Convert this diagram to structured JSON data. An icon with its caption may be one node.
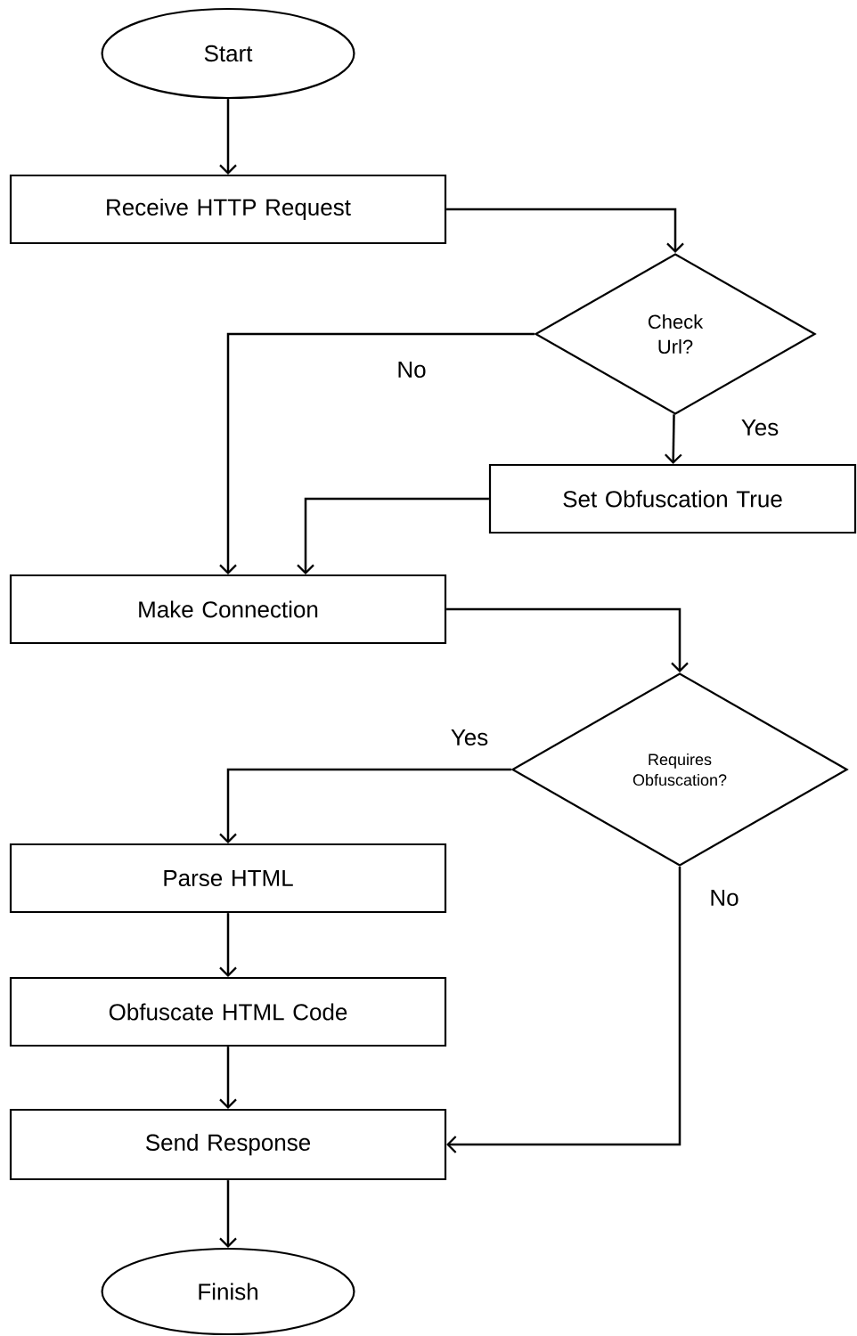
{
  "diagram": {
    "nodes": [
      {
        "text": [
          "Start"
        ]
      },
      {
        "text": [
          "Receive HTTP Request"
        ]
      },
      {
        "text": [
          "Check Url?"
        ]
      },
      {
        "text": [
          "Set Obfuscation True"
        ]
      },
      {
        "text": [
          "Make Connection"
        ]
      },
      {
        "text": [
          "Requires Obfuscation?"
        ]
      },
      {
        "text": [
          "Parse HTML"
        ]
      },
      {
        "text": [
          "Obfuscate HTML Code"
        ]
      },
      {
        "text": [
          "Send Response"
        ]
      },
      {
        "text": [
          "Finish"
        ]
      }
    ],
    "edges": [
      {
        "from": 0,
        "to": 1,
        "arrow": "to"
      },
      {
        "from": 1,
        "to": 2,
        "arrow": "to"
      },
      {
        "from": 2,
        "to": 4,
        "arrow": "to",
        "label": "No"
      },
      {
        "from": 2,
        "to": 3,
        "arrow": "to",
        "label": "Yes"
      },
      {
        "from": 3,
        "to": 4,
        "arrow": "to"
      },
      {
        "from": 4,
        "to": 5,
        "arrow": "to"
      },
      {
        "from": 5,
        "to": 6,
        "arrow": "to",
        "label": "Yes"
      },
      {
        "from": 5,
        "to": 8,
        "arrow": "to",
        "label": "No"
      },
      {
        "from": 6,
        "to": 7,
        "arrow": "to"
      },
      {
        "from": 7,
        "to": 8,
        "arrow": "to"
      },
      {
        "from": 8,
        "to": 9,
        "arrow": "to"
      }
    ]
  }
}
